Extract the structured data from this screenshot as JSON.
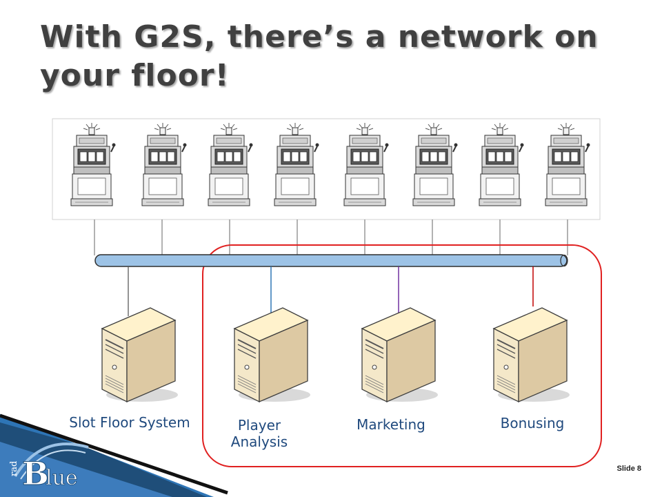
{
  "slide": {
    "title": "With G2S, there’s a network on your floor!",
    "slide_number": "Slide 8"
  },
  "servers": [
    {
      "label": "Slot Floor System",
      "line_color": "#595959"
    },
    {
      "label": "Player\nAnalysis",
      "line_color": "#2e75b6"
    },
    {
      "label": "Marketing",
      "line_color": "#7030a0"
    },
    {
      "label": "Bonusing",
      "line_color": "#c00000"
    }
  ],
  "colors": {
    "network_bus": "#9dc3e6",
    "highlight_border": "#e02020",
    "label_text": "#1f497d"
  },
  "logo": {
    "text": "radBlue"
  }
}
